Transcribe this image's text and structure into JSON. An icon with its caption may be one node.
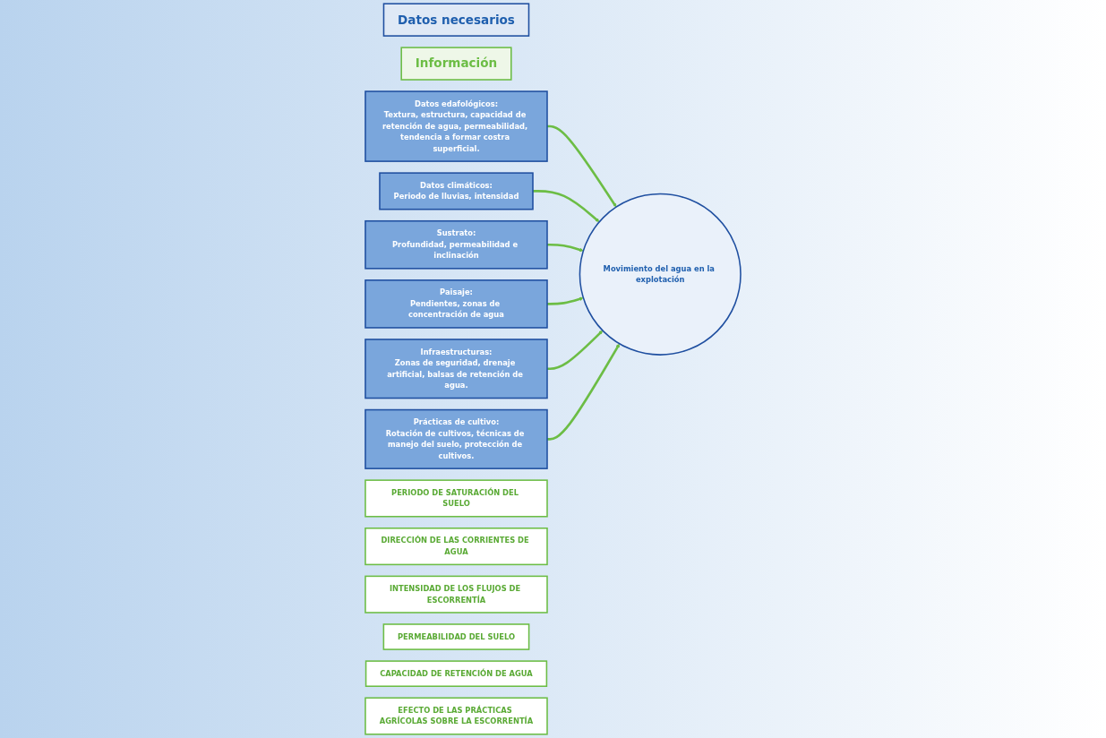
{
  "diagram": {
    "nodes": [
      {
        "text": [
          "Datos necesarios"
        ]
      },
      {
        "text": [
          "Información"
        ]
      },
      {
        "text": [
          "Datos edafológicos:",
          "Textura, estructura, capacidad de retención de agua, permeabilidad, tendencia a formar costra superficial."
        ]
      },
      {
        "text": [
          "Datos climáticos:",
          "Periodo de lluvias, intensidad"
        ]
      },
      {
        "text": [
          "Sustrato:",
          "Profundidad, permeabilidad e inclinación"
        ]
      },
      {
        "text": [
          "Paisaje:",
          "Pendientes, zonas de concentración de agua"
        ]
      },
      {
        "text": [
          "Infraestructuras:",
          "Zonas de seguridad, drenaje artificial, balsas de retención de agua."
        ]
      },
      {
        "text": [
          "Prácticas de cultivo:",
          "Rotación de cultivos, técnicas de manejo del suelo, protección de cultivos."
        ]
      },
      {
        "text": [
          "Movimiento del agua en la explotación"
        ]
      },
      {
        "text": [
          "PERIODO DE SATURACIÓN DEL SUELO"
        ]
      },
      {
        "text": [
          "DIRECCIÓN DE LAS CORRIENTES DE AGUA"
        ]
      },
      {
        "text": [
          "INTENSIDAD DE LOS FLUJOS DE ESCORRENTÍA"
        ]
      },
      {
        "text": [
          "PERMEABILIDAD DEL SUELO"
        ]
      },
      {
        "text": [
          "CAPACIDAD DE RETENCIÓN DE AGUA"
        ]
      },
      {
        "text": [
          "EFECTO DE LAS PRÁCTICAS AGRÍCOLAS SOBRE LA ESCORRENTÍA"
        ]
      }
    ],
    "edges": [
      {
        "from": 2,
        "to": 8,
        "arrow": "to"
      },
      {
        "from": 3,
        "to": 8,
        "arrow": "to"
      },
      {
        "from": 4,
        "to": 8,
        "arrow": "to"
      },
      {
        "from": 5,
        "to": 8,
        "arrow": "to"
      },
      {
        "from": 6,
        "to": 8,
        "arrow": "to"
      },
      {
        "from": 7,
        "to": 8,
        "arrow": "to"
      }
    ]
  }
}
